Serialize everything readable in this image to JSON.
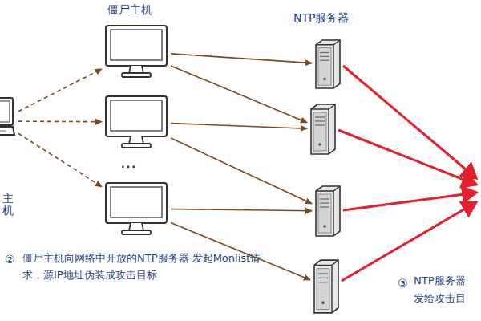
{
  "diagram": {
    "nodes": [
      {
        "text": [
          "主机"
        ]
      },
      {
        "text": [
          "僵尸主机"
        ]
      },
      {
        "text": []
      },
      {
        "text": []
      },
      {
        "text": [
          "NTP服务器"
        ]
      },
      {
        "text": []
      },
      {
        "text": []
      },
      {
        "text": []
      }
    ],
    "edges": [
      {
        "from": 0,
        "to": 1,
        "arrow": "to"
      },
      {
        "from": 0,
        "to": 2,
        "arrow": "to"
      },
      {
        "from": 0,
        "to": 3,
        "arrow": "to"
      },
      {
        "from": 1,
        "to": 4,
        "arrow": "to"
      },
      {
        "from": 1,
        "to": 5,
        "arrow": "to"
      },
      {
        "from": 2,
        "to": 5,
        "arrow": "to"
      },
      {
        "from": 2,
        "to": 6,
        "arrow": "to"
      },
      {
        "from": 3,
        "to": 6,
        "arrow": "to"
      },
      {
        "from": 3,
        "to": 7,
        "arrow": "to"
      }
    ],
    "labels": [
      "…",
      "②",
      "僵尸主机向网络中开放的NTP服务器 发起Monlist请求，源IP地址伪装成攻击目标",
      "③",
      "NTP服务器",
      "发给攻击目"
    ]
  }
}
